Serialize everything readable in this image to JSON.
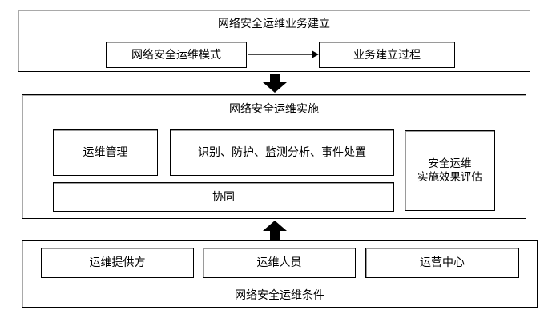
{
  "diagram": {
    "orientation": "vertical-stack",
    "line_color": "#000000",
    "fill_color": "#ffffff",
    "shadow_color": "#a9a9a9",
    "arrow_color": "#000000"
  },
  "top_section": {
    "title": "网络安全运维业务建立",
    "boxes": [
      {
        "label": "网络安全运维模式"
      },
      {
        "label": "业务建立过程"
      }
    ],
    "connector": {
      "type": "arrow-right",
      "from": "网络安全运维模式",
      "to": "业务建立过程"
    }
  },
  "arrow_top_to_middle": {
    "type": "arrow-down",
    "from": "网络安全运维业务建立",
    "to": "网络安全运维实施"
  },
  "middle_section": {
    "title": "网络安全运维实施",
    "boxes": [
      {
        "label": "运维管理"
      },
      {
        "label": "识别、防护、监测分析、事件处置"
      },
      {
        "label": "协同"
      },
      {
        "label": "安全运维\n实施效果评估",
        "line1": "安全运维",
        "line2": "实施效果评估"
      }
    ]
  },
  "arrow_bottom_to_middle": {
    "type": "arrow-up",
    "from": "网络安全运维条件",
    "to": "网络安全运维实施"
  },
  "bottom_section": {
    "title": "网络安全运维条件",
    "boxes": [
      {
        "label": "运维提供方"
      },
      {
        "label": "运维人员"
      },
      {
        "label": "运营中心"
      }
    ]
  }
}
